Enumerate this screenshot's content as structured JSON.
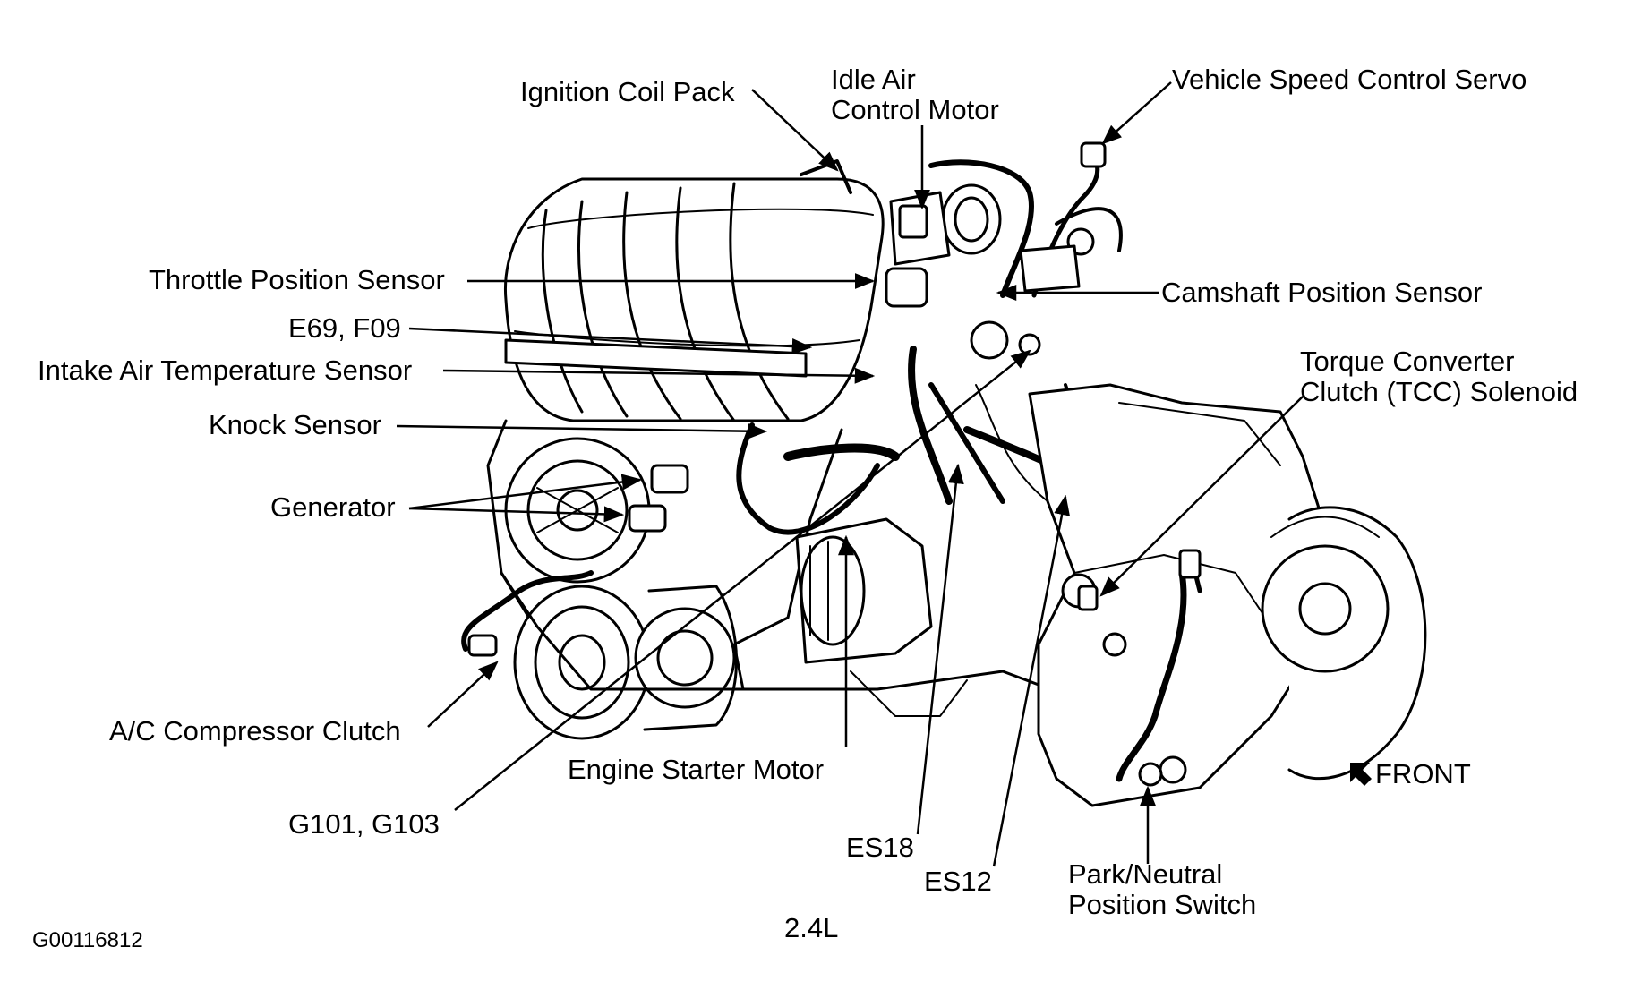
{
  "labels": {
    "ignition_coil_pack": "Ignition Coil Pack",
    "idle_air_line1": "Idle Air",
    "idle_air_line2": "Control Motor",
    "vehicle_speed_servo": "Vehicle Speed Control Servo",
    "throttle_position_sensor": "Throttle Position Sensor",
    "camshaft_position_sensor": "Camshaft Position Sensor",
    "e69_f09": "E69, F09",
    "intake_air_temp_sensor": "Intake Air Temperature Sensor",
    "torque_converter_line1": "Torque Converter",
    "torque_converter_line2": "Clutch (TCC) Solenoid",
    "knock_sensor": "Knock Sensor",
    "generator": "Generator",
    "ac_compressor_clutch": "A/C Compressor Clutch",
    "engine_starter_motor": "Engine Starter Motor",
    "front": "FRONT",
    "g101_g103": "G101, G103",
    "es18": "ES18",
    "es12": "ES12",
    "park_neutral_line1": "Park/Neutral",
    "park_neutral_line2": "Position Switch",
    "engine_size": "2.4L",
    "figure_id": "G00116812"
  }
}
